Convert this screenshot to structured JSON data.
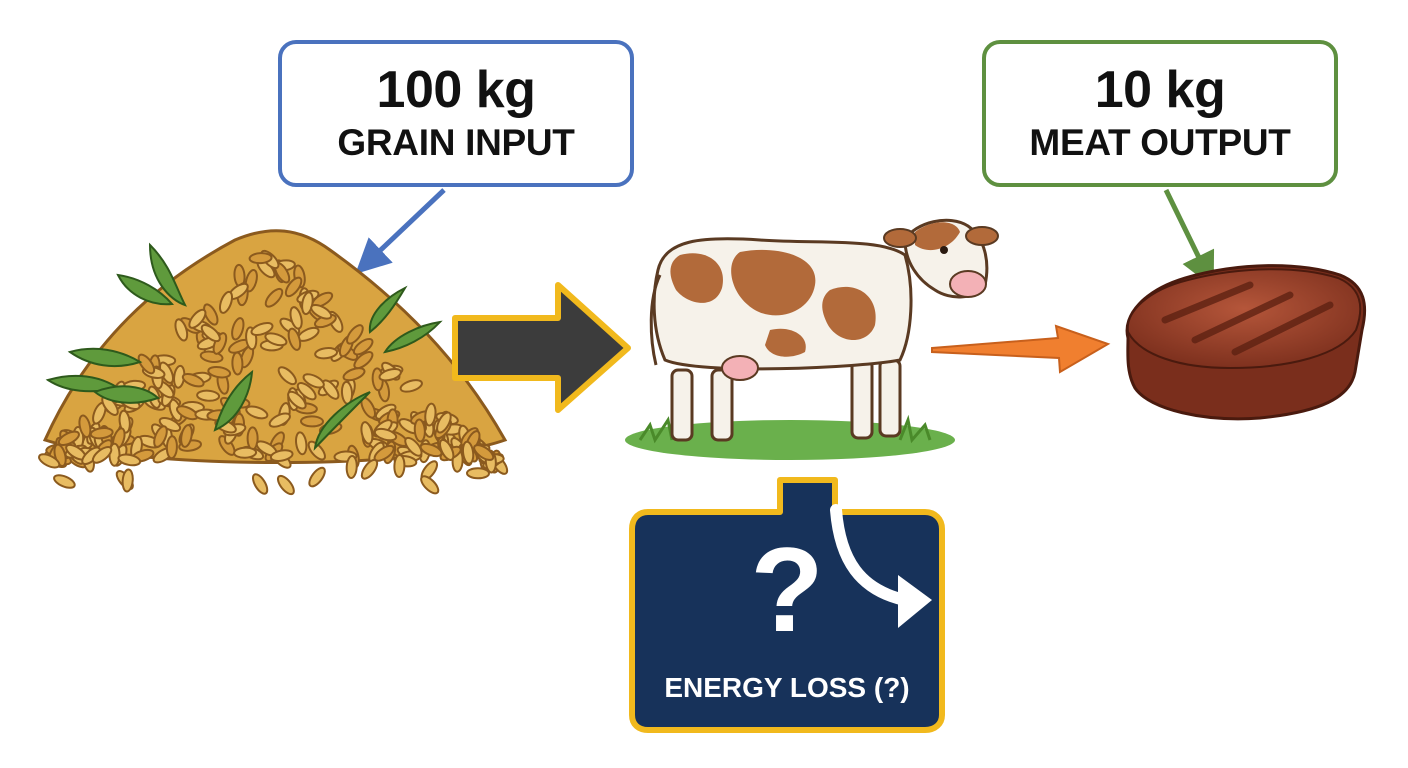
{
  "grain_input": {
    "amount": "100 kg",
    "caption": "GRAIN INPUT",
    "border_color": "#4a72be"
  },
  "meat_output": {
    "amount": "10 kg",
    "caption": "MEAT OUTPUT",
    "border_color": "#5e9040"
  },
  "energy_loss": {
    "label": "ENERGY LOSS (?)",
    "symbol": "?",
    "panel_color": "#17325a",
    "border_color": "#f1b91d"
  },
  "icons": [
    "grain-pile-icon",
    "cow-icon",
    "meat-steak-icon",
    "question-mark-icon"
  ],
  "arrow_colors": {
    "main": "#3c3c3c",
    "main_outline": "#f1b91d",
    "output": "#f07f2f"
  }
}
